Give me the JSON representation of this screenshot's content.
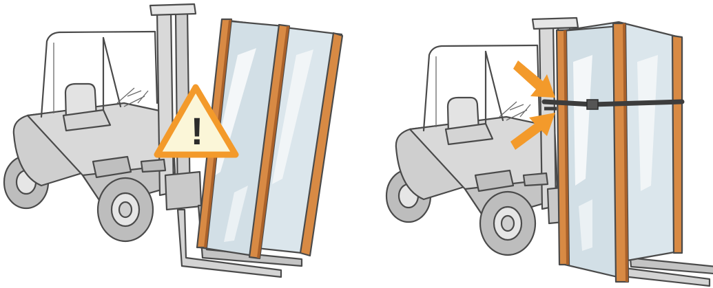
{
  "colors": {
    "truck_body": "#cfcfcf",
    "truck_light": "#e3e3e3",
    "truck_dark": "#a9a9a9",
    "outline": "#4a4a4a",
    "glass": "#dbe6ec",
    "glass_reflection": "#ffffff",
    "wood": "#d88a44",
    "wood_dark": "#a9612a",
    "warning_fill": "#fbf6d8",
    "warning_border": "#f39a2b",
    "warning_mark": "#2b2b2b",
    "arrow": "#f39a2b",
    "strap": "#3c3c3c"
  },
  "icons": {
    "warning": "warning-triangle-icon",
    "arrows": "orange-arrow-icon"
  },
  "panels": [
    {
      "id": "unsecured-load",
      "glass_state": "tilting",
      "strap": false,
      "warning": true
    },
    {
      "id": "secured-load",
      "glass_state": "upright",
      "strap": true,
      "warning": false
    }
  ],
  "warning": {
    "symbol": "!"
  }
}
